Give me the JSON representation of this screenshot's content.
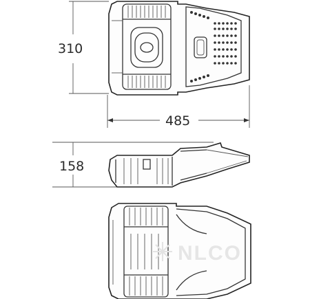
{
  "dimensions": {
    "width_label": "310",
    "length_label": "485",
    "height_label": "158"
  },
  "watermark": {
    "text": "NLCO"
  },
  "colors": {
    "line": "#222222",
    "watermark": "#e6e6e6",
    "background": "#ffffff"
  }
}
